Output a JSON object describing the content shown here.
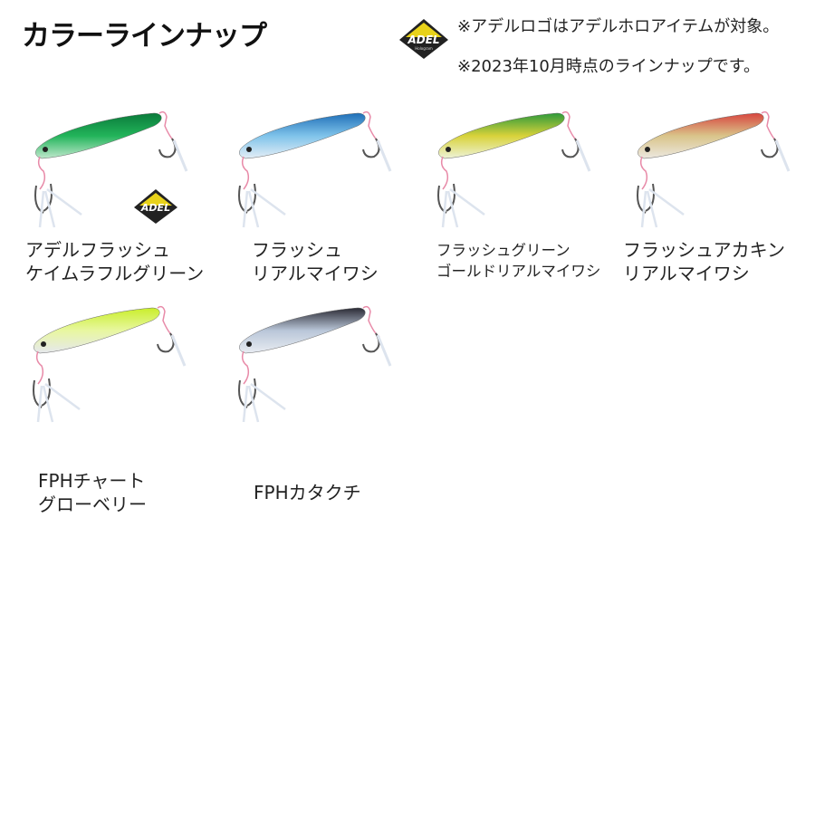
{
  "header": {
    "title": "カラーラインナップ",
    "notes": [
      "※アデルロゴはアデルホロアイテムが対象。",
      "※2023年10月時点のラインナップです。"
    ],
    "logo_text": "ADEL",
    "logo_subtext": "Hologram"
  },
  "items": [
    {
      "lines": [
        "アデルフラッシュ",
        "ケイムラフルグリーン"
      ],
      "adel": true,
      "colors": {
        "top": "#0a7a3a",
        "mid": "#22b45a",
        "belly": "#bfe8cc"
      }
    },
    {
      "lines": [
        "フラッシュ",
        "リアルマイワシ"
      ],
      "adel": false,
      "colors": {
        "top": "#1f6fb8",
        "mid": "#7fc3ea",
        "belly": "#e4eef6"
      }
    },
    {
      "lines": [
        "フラッシュグリーン",
        "ゴールドリアルマイワシ"
      ],
      "adel": false,
      "colors": {
        "top": "#2e9a3a",
        "mid": "#d8d23a",
        "belly": "#eef3d8"
      }
    },
    {
      "lines": [
        "フラッシュアカキン",
        "リアルマイワシ"
      ],
      "adel": false,
      "colors": {
        "top": "#d8453f",
        "mid": "#d9c48a",
        "belly": "#ece8e0"
      }
    },
    {
      "lines": [
        "FPHチャート",
        "グローベリー"
      ],
      "adel": false,
      "colors": {
        "top": "#c9ee2a",
        "mid": "#e8f7a0",
        "belly": "#e6e8ee"
      }
    },
    {
      "lines": [
        "FPHカタクチ"
      ],
      "adel": false,
      "colors": {
        "top": "#2a2a34",
        "mid": "#b9c6d8",
        "belly": "#e8ecf2"
      }
    }
  ]
}
